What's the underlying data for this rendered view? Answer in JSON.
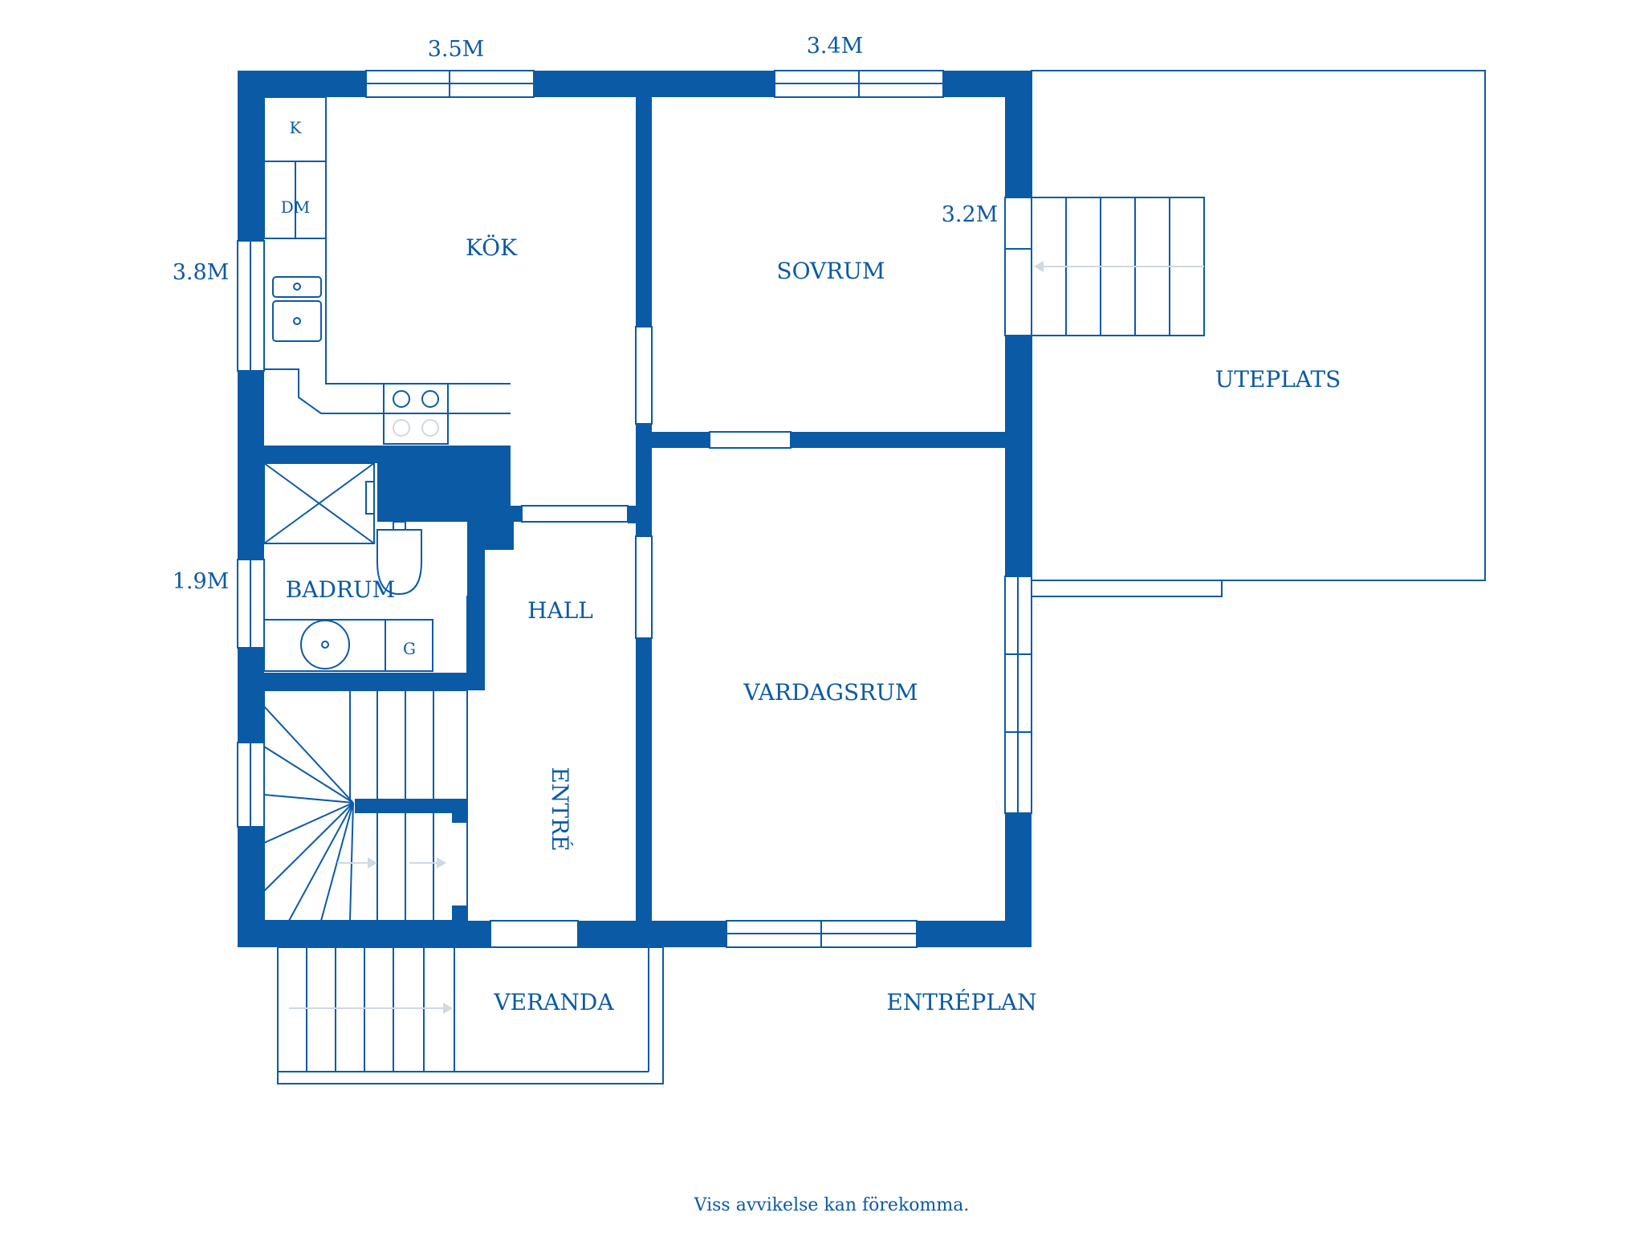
{
  "plan": {
    "rooms": {
      "kok": "KÖK",
      "sovrum": "SOVRUM",
      "uteplats": "UTEPLATS",
      "badrum": "BADRUM",
      "hall": "HALL",
      "entre": "ENTRÉ",
      "vardagsrum": "VARDAGSRUM",
      "veranda": "VERANDA"
    },
    "fixtures": {
      "k": "K",
      "dm": "DM",
      "g": "G"
    },
    "dimensions": {
      "top_left": "3.5M",
      "top_right": "3.4M",
      "left_upper": "3.8M",
      "left_lower": "1.9M",
      "sovrum_right": "3.2M"
    },
    "floor_name": "ENTRÉPLAN",
    "disclaimer": "Viss avvikelse kan förekomma.",
    "colors": {
      "wall": "#0b5aa5",
      "background": "#ffffff"
    }
  }
}
